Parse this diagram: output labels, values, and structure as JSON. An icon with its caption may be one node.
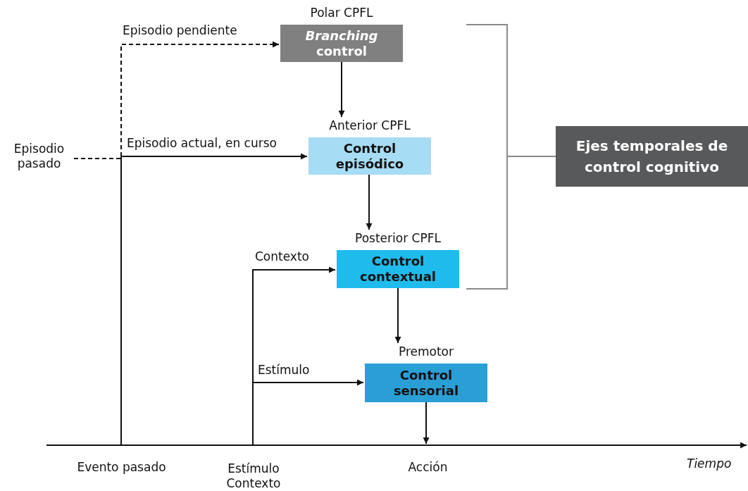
{
  "diagram": {
    "nodes": [
      {
        "text": [
          "Polar CPFL",
          "*Branching* control"
        ]
      },
      {
        "text": [
          "Anterior CPFL",
          "Control episódico"
        ]
      },
      {
        "text": [
          "Posterior CPFL",
          "Control contextual"
        ]
      },
      {
        "text": [
          "Premotor",
          "Control sensorial"
        ]
      },
      {
        "text": [
          "Ejes temporales de control cognitivo"
        ]
      },
      {
        "text": [
          "Episodio pasado"
        ]
      },
      {
        "text": [
          "Evento pasado"
        ]
      },
      {
        "text": [
          "Estímulo Contexto"
        ]
      },
      {
        "text": [
          "Acción"
        ]
      }
    ],
    "edges": [
      {
        "from": 0,
        "to": 1,
        "arrow": "to"
      },
      {
        "from": 1,
        "to": 2,
        "arrow": "to"
      },
      {
        "from": 2,
        "to": 3,
        "arrow": "to"
      },
      {
        "from": 3,
        "to": 8,
        "arrow": "to"
      },
      {
        "from": 5,
        "to": 0,
        "arrow": "to",
        "label": "Episodio pendiente",
        "style": "dashed"
      },
      {
        "from": 6,
        "to": 1,
        "arrow": "to",
        "label": "Episodio actual, en curso"
      },
      {
        "from": 7,
        "to": 2,
        "arrow": "to",
        "label": "Contexto"
      },
      {
        "from": 7,
        "to": 3,
        "arrow": "to",
        "label": "Estímulo"
      }
    ],
    "labels": [
      "Tiempo"
    ]
  }
}
